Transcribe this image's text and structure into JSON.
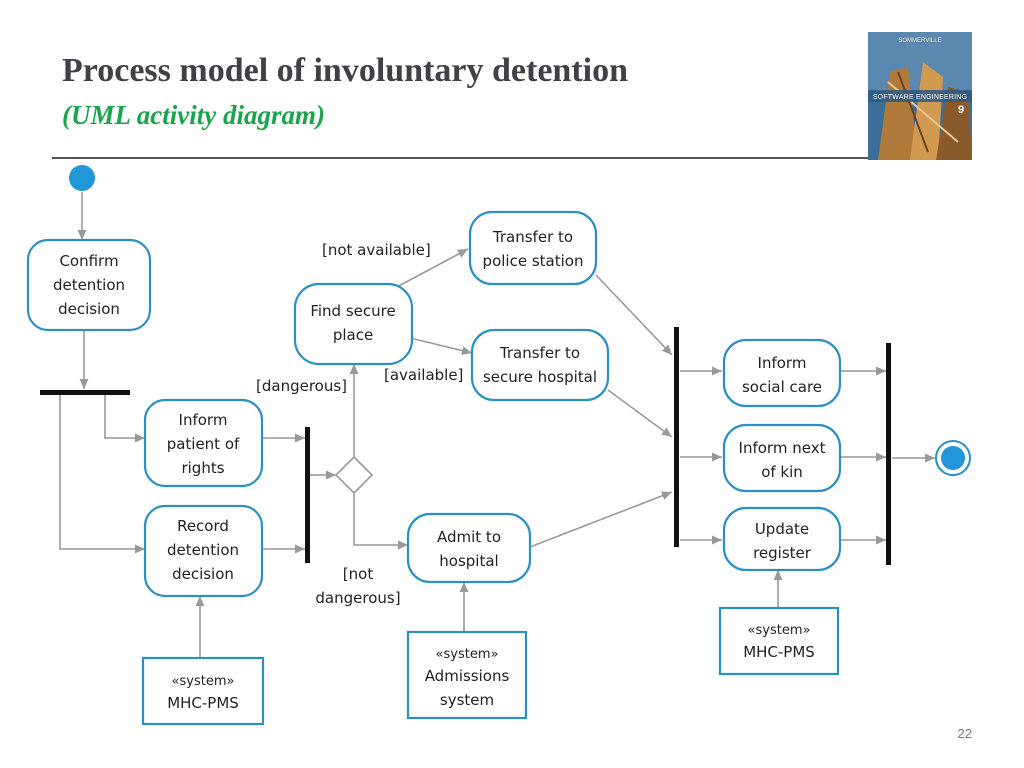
{
  "slide": {
    "title": "Process model of involuntary detention",
    "subtitle": "(UML activity diagram)",
    "page_number": "22"
  },
  "book_cover": {
    "author": "SOMMERVILLE",
    "title": "SOFTWARE ENGINEERING",
    "edition": "9"
  },
  "activities": {
    "confirm": [
      "Confirm",
      "detention",
      "decision"
    ],
    "inform_rights": [
      "Inform",
      "patient of",
      "rights"
    ],
    "record": [
      "Record",
      "detention",
      "decision"
    ],
    "find_place": [
      "Find secure",
      "place"
    ],
    "police": [
      "Transfer to",
      "police station"
    ],
    "secure_hospital": [
      "Transfer to",
      "secure hospital"
    ],
    "admit": [
      "Admit to",
      "hospital"
    ],
    "social_care": [
      "Inform",
      "social care"
    ],
    "next_of_kin": [
      "Inform next",
      "of kin"
    ],
    "update_register": [
      "Update",
      "register"
    ]
  },
  "systems": {
    "mhc1": [
      "«system»",
      "MHC-PMS"
    ],
    "admissions": [
      "«system»",
      "Admissions",
      "system"
    ],
    "mhc2": [
      "«system»",
      "MHC-PMS"
    ]
  },
  "guards": {
    "not_available": "[not available]",
    "available": "[available]",
    "dangerous": "[dangerous]",
    "not_dangerous": [
      "[not",
      "dangerous]"
    ]
  },
  "colors": {
    "node_border": "#2a8fc4",
    "node_fill": "#2196d9",
    "arrow": "#999999",
    "bar": "#111111"
  }
}
